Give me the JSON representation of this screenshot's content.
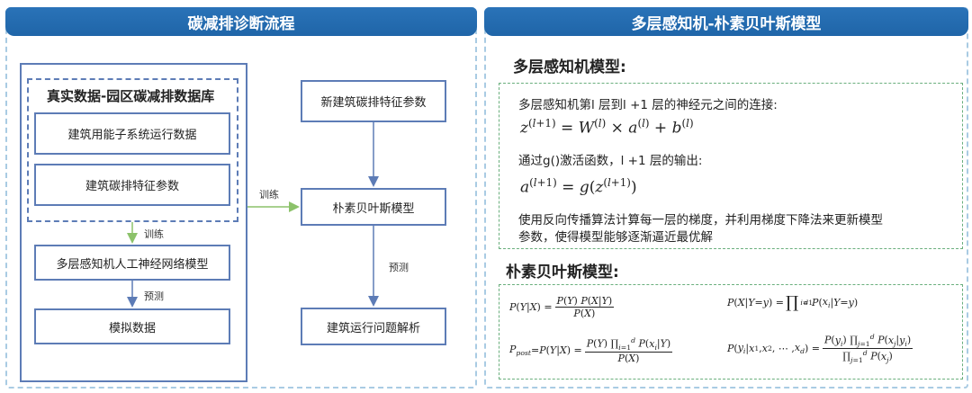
{
  "left_panel": {
    "title": "碳减排诊断流程",
    "database_title": "真实数据-园区碳减排数据库",
    "db_item_1": "建筑用能子系统运行数据",
    "db_item_2": "建筑碳排特征参数",
    "mlp_model": "多层感知机人工神经网络模型",
    "simulated": "模拟数据",
    "new_params": "新建筑碳排特征参数",
    "bayes_model": "朴素贝叶斯模型",
    "analysis": "建筑运行问题解析",
    "label_train_1": "训练",
    "label_predict_1": "预测",
    "label_train_2": "训练",
    "label_predict_2": "预测"
  },
  "right_panel": {
    "title": "多层感知机-朴素贝叶斯模型",
    "mlp_heading": "多层感知机模型:",
    "mlp_line1": "多层感知机第l 层到l +1 层的神经元之间的连接:",
    "mlp_line2": "通过g()激活函数，l +1 层的输出:",
    "mlp_line3": "使用反向传播算法计算每一层的梯度，并利用梯度下降法来更新模型",
    "mlp_line4": "参数，使得模型能够逐渐逼近最优解",
    "bayes_heading": "朴素贝叶斯模型:"
  },
  "colors": {
    "header": "#1f65a8",
    "box_border": "#5d7cb6",
    "arrow_blue": "#5d7cb6",
    "arrow_green": "#8cc26a",
    "dashed_green": "#6aaf7d"
  }
}
